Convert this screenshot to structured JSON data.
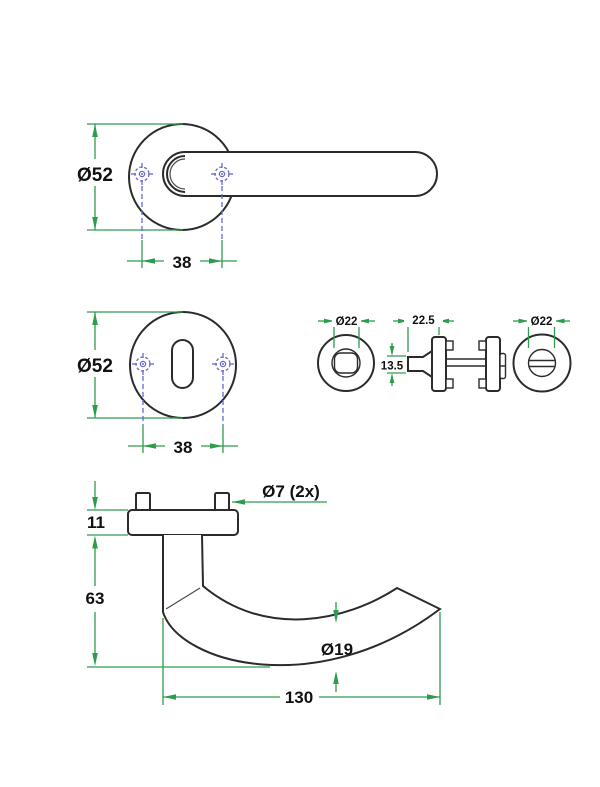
{
  "document": {
    "kind": "technical-drawing",
    "subject": "door lever handle with round roses and WC turn set, dimensioned views"
  },
  "colors": {
    "outline": "#2b2b2b",
    "dimension_green": "#2e9c4e",
    "center_mark_blue": "#6767d2",
    "label_text": "#111111",
    "background": "#ffffff"
  },
  "views": {
    "lever_front": {
      "rose_diameter": "Ø52",
      "fixing_centers": "38"
    },
    "escutcheon_front": {
      "rose_diameter": "Ø52",
      "fixing_centers": "38"
    },
    "wc_turn": {
      "release_rose_diameter": "Ø22",
      "assembly_depth": "22.5",
      "turn_knob_height": "13.5",
      "turn_rose_diameter": "Ø22"
    },
    "lever_side": {
      "rose_thickness": "11",
      "projection": "63",
      "fixing_pin_diameter": "Ø7 (2x)",
      "grip_diameter": "Ø19",
      "overall_length": "130"
    }
  }
}
